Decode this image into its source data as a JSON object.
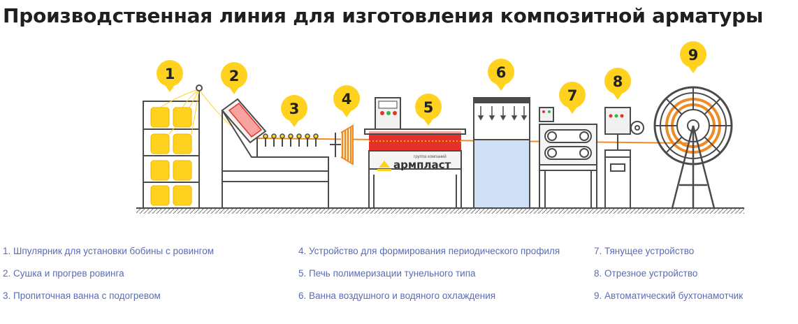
{
  "title": "Производственная линия для изготовления композитной арматуры",
  "markers": [
    "1",
    "2",
    "3",
    "4",
    "5",
    "6",
    "7",
    "8",
    "9"
  ],
  "brand": {
    "small": "группа компаний",
    "name": "армпласт"
  },
  "legend": [
    "1. Шпулярник для установки бобины с ровингом",
    "2. Сушка и прогрев ровинга",
    "3. Пропиточная ванна с подогревом",
    "4. Устройство для формирования периодического профиля",
    "5. Печь полимеризации тунельного типа",
    "6. Ванна воздушного и водяного охлаждения",
    "7. Тянущее устройство",
    "8. Отрезное устройство",
    "9. Автоматический бухтонамотчик"
  ],
  "colors": {
    "yellow": "#ffd21f",
    "red": "#e53228",
    "orange": "#f08a24",
    "water": "#cfe0f5",
    "link": "#5a6bb8",
    "line": "#4a4a4a"
  }
}
